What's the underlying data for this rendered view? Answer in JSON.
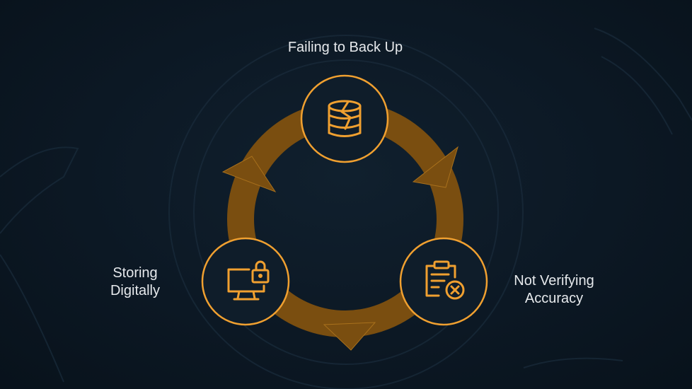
{
  "diagram": {
    "nodes": [
      {
        "id": "backup",
        "icon": "cracked-database-icon",
        "label_lines": [
          "Failing to Back Up"
        ]
      },
      {
        "id": "verify",
        "icon": "clipboard-x-icon",
        "label_lines": [
          "Not Verifying",
          "Accuracy"
        ]
      },
      {
        "id": "digital",
        "icon": "locked-monitor-icon",
        "label_lines": [
          "Storing",
          "Digitally"
        ]
      }
    ],
    "flow": "clockwise cycle",
    "colors": {
      "background": "#0c1824",
      "ring": "#7a4e10",
      "accent": "#f0a030",
      "node_fill": "#0f1d2a",
      "text": "#e6e9ec"
    }
  }
}
